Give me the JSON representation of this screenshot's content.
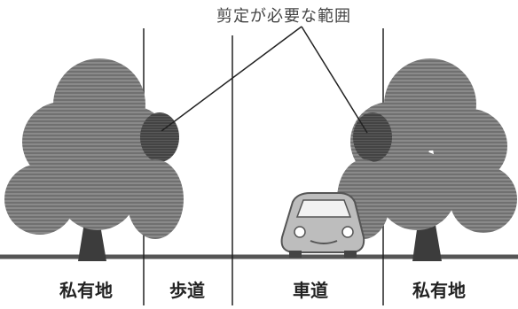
{
  "callout_label": "剪定が必要な範囲",
  "zones": {
    "private_left": "私有地",
    "sidewalk": "歩道",
    "roadway": "車道",
    "private_right": "私有地"
  },
  "icons": {
    "tree_left": "tree-icon",
    "tree_right": "tree-icon",
    "car": "car-icon"
  },
  "colors": {
    "canopy": "#7a7a7a",
    "canopy_dark": "#4e4e4e",
    "trunk": "#3c3c3c",
    "ground": "#555555",
    "line": "#222222"
  }
}
